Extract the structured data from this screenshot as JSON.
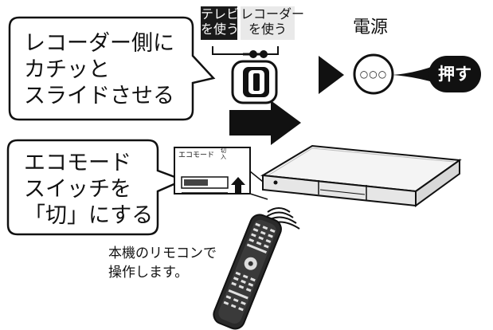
{
  "bubbles": {
    "top": {
      "lines": "レコーダー側に\nカチッと\nスライドさせる"
    },
    "bottom": {
      "lines": "エコモード\nスイッチを\n「切」にする"
    }
  },
  "switch_modes": {
    "tv": "テレビ\nを使う",
    "recorder": "レコーダー\nを使う"
  },
  "power": {
    "title": "電源",
    "press_label": "押す",
    "button_dots": "○○○"
  },
  "eco_panel": {
    "label": "エコモード",
    "on": "入",
    "off": "切"
  },
  "remote_caption": "本機のリモコンで\n操作します。",
  "colors": {
    "ink": "#111111",
    "label_bg": "#1a1a1a",
    "recorder_label_bg": "#e9e9e9"
  }
}
